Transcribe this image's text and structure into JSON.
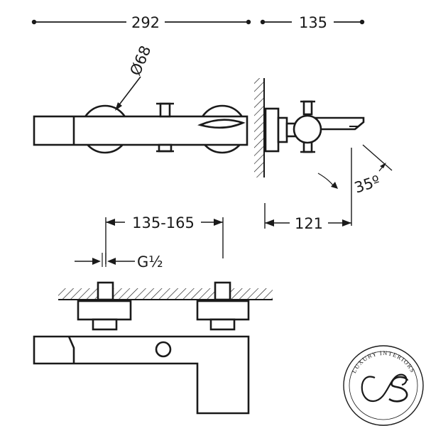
{
  "dimensions": {
    "total_width": "292",
    "depth": "135",
    "diameter": "Ø68",
    "angle": "35º",
    "spout_reach": "121",
    "centres": "135-165",
    "thread": "G½"
  },
  "logo": {
    "text": "LUXURY INTERIORS"
  },
  "colors": {
    "ink": "#1a1a1a",
    "paper": "#ffffff"
  }
}
